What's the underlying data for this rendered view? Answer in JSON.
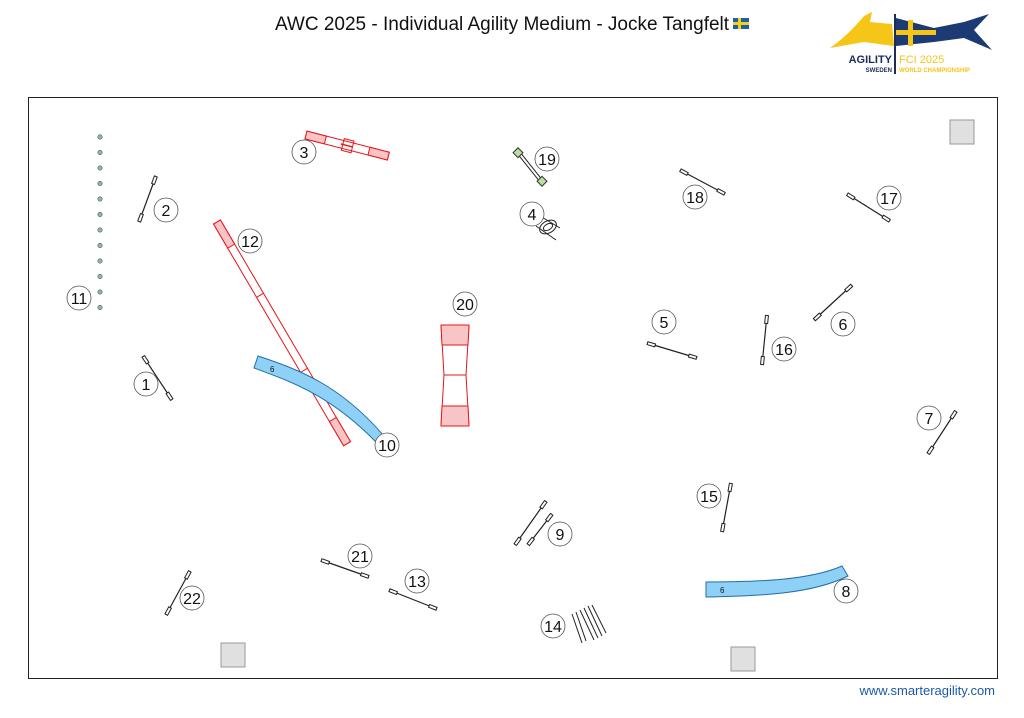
{
  "title": "AWC 2025 - Individual Agility Medium - Jocke Tangfelt",
  "logo": {
    "line1": "AGILITY",
    "line2": "SWEDEN",
    "line3": "FCI 2025",
    "line4": "WORLD CHAMPIONSHIP"
  },
  "footer": "www.smarteragility.com",
  "colors": {
    "contact": "#e8141a",
    "tunnel": "#8fd1f6",
    "weave": "#8fb8a8",
    "table": "#e0e0e0"
  },
  "tunnel_label": "6",
  "numbers": [
    "1",
    "2",
    "3",
    "4",
    "5",
    "6",
    "7",
    "8",
    "9",
    "10",
    "11",
    "12",
    "13",
    "14",
    "15",
    "16",
    "17",
    "18",
    "19",
    "20",
    "21",
    "22"
  ]
}
